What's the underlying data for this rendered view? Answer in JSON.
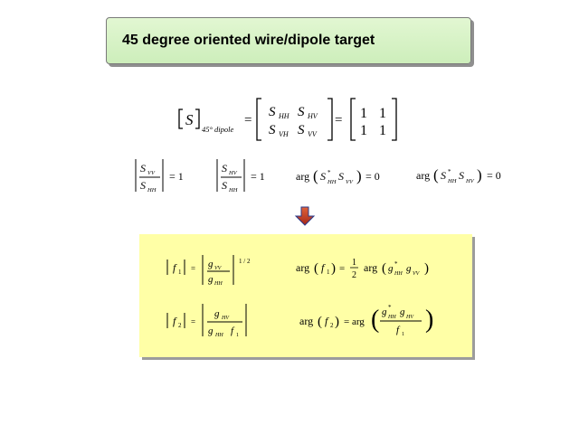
{
  "slide": {
    "title": "45 degree oriented wire/dipole target"
  },
  "scattering_matrix": {
    "symbol": "S",
    "subscript": "45° dipole",
    "elements": [
      [
        "S_HH",
        "S_HV"
      ],
      [
        "S_VH",
        "S_VV"
      ]
    ],
    "values": [
      [
        "1",
        "1"
      ],
      [
        "1",
        "1"
      ]
    ]
  },
  "conditions": [
    "|S_VV / S_HH| = 1",
    "|S_HV / S_HH| = 1",
    "arg(S*_HH S_VV) = 0",
    "arg(S*_HH S_HV) = 0"
  ],
  "arrow": {
    "color": "#c0392b"
  },
  "solutions": [
    "|f1| = |g_VV / g_HH|^(1/2)",
    "arg(f1) = 1/2 arg(g*_HH g_VV)",
    "|f2| = |g_HV / (g_HH f1)|",
    "arg(f2) = arg(g*_HH g_HV / f1)"
  ],
  "colors": {
    "title_bg": "#d6f2c6",
    "formula_box_bg": "#ffffa6"
  }
}
